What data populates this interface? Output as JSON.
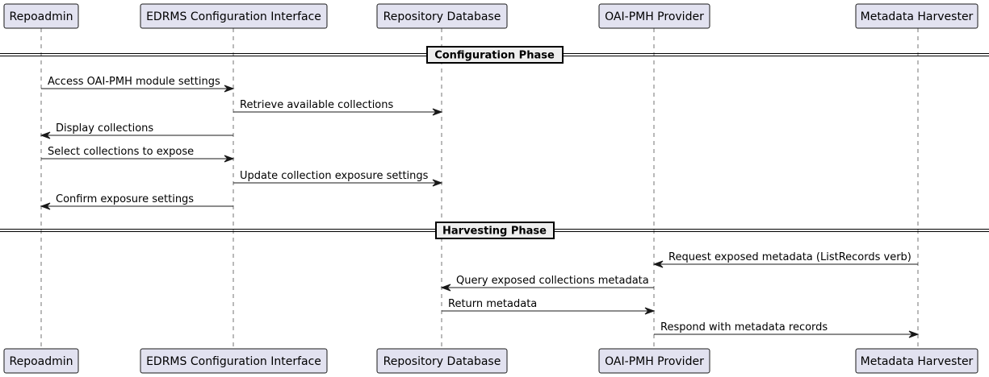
{
  "participants": [
    {
      "id": "repoadmin",
      "label": "Repoadmin"
    },
    {
      "id": "edrms",
      "label": "EDRMS Configuration Interface"
    },
    {
      "id": "repodb",
      "label": "Repository Database"
    },
    {
      "id": "oaipmh",
      "label": "OAI-PMH Provider"
    },
    {
      "id": "harvester",
      "label": "Metadata Harvester"
    }
  ],
  "sequence": [
    {
      "kind": "divider",
      "label": "Configuration Phase"
    },
    {
      "kind": "message",
      "from": "repoadmin",
      "to": "edrms",
      "label": "Access OAI-PMH module settings"
    },
    {
      "kind": "message",
      "from": "edrms",
      "to": "repodb",
      "label": "Retrieve available collections"
    },
    {
      "kind": "message",
      "from": "edrms",
      "to": "repoadmin",
      "label": "Display collections"
    },
    {
      "kind": "message",
      "from": "repoadmin",
      "to": "edrms",
      "label": "Select collections to expose"
    },
    {
      "kind": "message",
      "from": "edrms",
      "to": "repodb",
      "label": "Update collection exposure settings"
    },
    {
      "kind": "message",
      "from": "edrms",
      "to": "repoadmin",
      "label": "Confirm exposure settings"
    },
    {
      "kind": "divider",
      "label": "Harvesting Phase"
    },
    {
      "kind": "message",
      "from": "harvester",
      "to": "oaipmh",
      "label": "Request exposed metadata (ListRecords verb)"
    },
    {
      "kind": "message",
      "from": "oaipmh",
      "to": "repodb",
      "label": "Query exposed collections metadata"
    },
    {
      "kind": "message",
      "from": "repodb",
      "to": "oaipmh",
      "label": "Return metadata"
    },
    {
      "kind": "message",
      "from": "oaipmh",
      "to": "harvester",
      "label": "Respond with metadata records"
    }
  ],
  "colors": {
    "participant_fill": "#e2e2f0",
    "line": "#181818",
    "divider_fill": "#eeeeee"
  }
}
